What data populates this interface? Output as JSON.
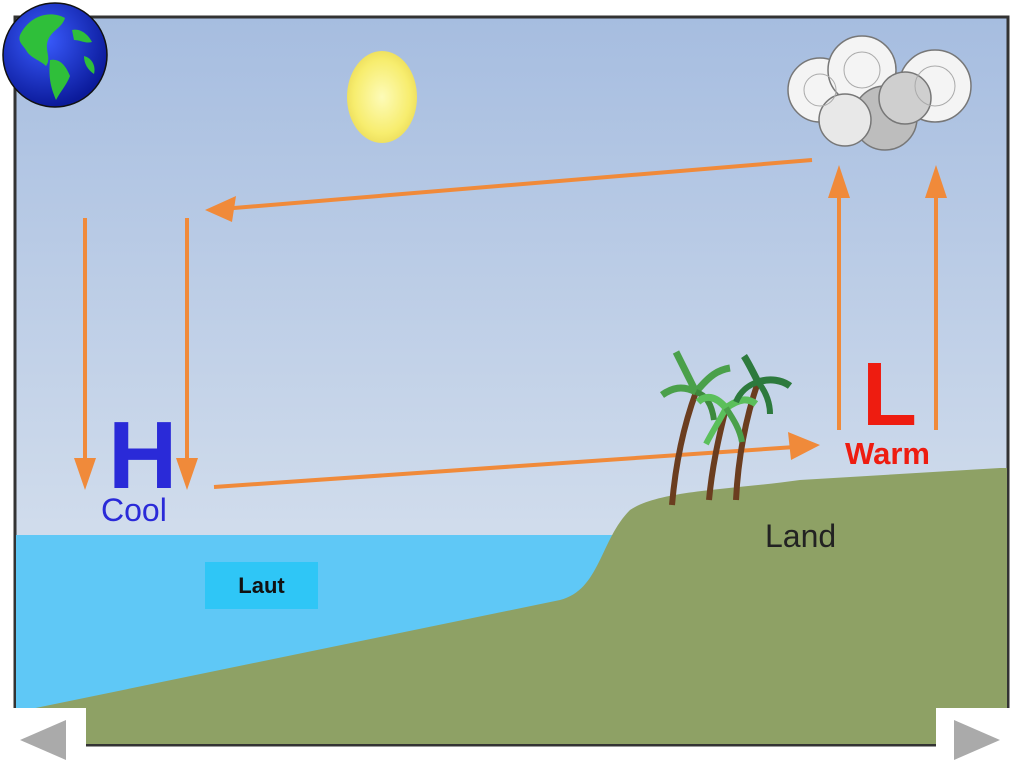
{
  "diagram": {
    "labels": {
      "high": "H",
      "cool": "Cool",
      "low": "L",
      "warm": "Warm",
      "land": "Land",
      "laut": "Laut"
    }
  },
  "colors": {
    "sky_top": "#a9bfe0",
    "sky_bottom": "#dce6f0",
    "sea": "#5fc8f6",
    "land": "#8ea165",
    "arrow": "#f08a3a",
    "high_text": "#2a2ad8",
    "low_text": "#ee1c10",
    "laut_box": "#2fc6f6",
    "nav_arrow": "#aaaaaa"
  },
  "icons": {
    "globe": "globe-icon",
    "sun": "sun-icon",
    "cloud": "cloud-icon",
    "palm": "palm-tree-icon",
    "prev": "triangle-left-icon",
    "next": "triangle-right-icon"
  }
}
